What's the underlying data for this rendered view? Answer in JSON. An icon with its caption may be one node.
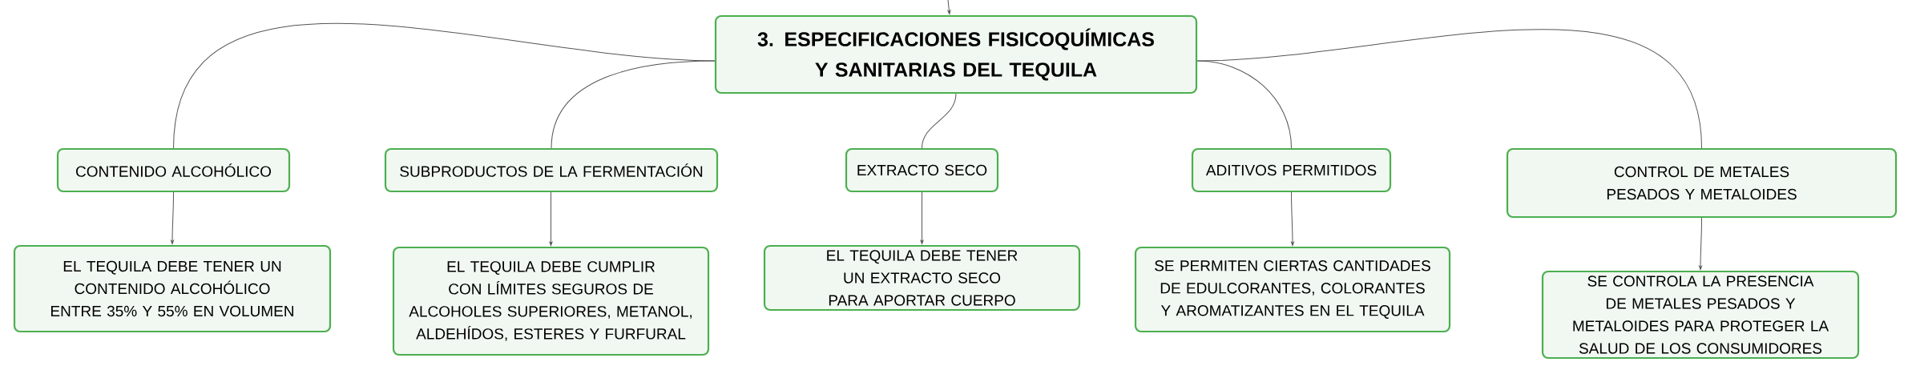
{
  "diagram": {
    "nodes": [
      {
        "text": [
          "3. ESPECIFICACIONES FISICOQUÍMICAS Y SANITARIAS DEL TEQUILA"
        ]
      },
      {
        "text": [
          "CONTENIDO ALCOHÓLICO"
        ]
      },
      {
        "text": [
          "SUBPRODUCTOS DE LA FERMENTACIÓN"
        ]
      },
      {
        "text": [
          "EXTRACTO SECO"
        ]
      },
      {
        "text": [
          "ADITIVOS PERMITIDOS"
        ]
      },
      {
        "text": [
          "CONTROL DE METALES PESADOS Y METALOIDES"
        ]
      },
      {
        "text": [
          "EL TEQUILA DEBE TENER UN CONTENIDO ALCOHÓLICO ENTRE 35% Y 55% EN VOLUMEN"
        ]
      },
      {
        "text": [
          "EL TEQUILA DEBE CUMPLIR CON LÍMITES SEGUROS DE ALCOHOLES SUPERIORES, METANOL, ALDEHÍDOS, ESTERES Y FURFURAL"
        ]
      },
      {
        "text": [
          "EL TEQUILA DEBE TENER UN EXTRACTO SECO PARA APORTAR CUERPO"
        ]
      },
      {
        "text": [
          "SE PERMITEN CIERTAS CANTIDADES DE EDULCORANTES, COLORANTES Y AROMATIZANTES EN EL TEQUILA"
        ]
      },
      {
        "text": [
          "SE CONTROLA LA PRESENCIA DE METALES PESADOS Y METALOIDES PARA PROTEGER LA SALUD DE LOS CONSUMIDORES"
        ]
      }
    ],
    "edges": [
      {
        "from": null,
        "to": 0,
        "arrow": "to"
      },
      {
        "from": 0,
        "to": 1,
        "arrow": "none"
      },
      {
        "from": 0,
        "to": 2,
        "arrow": "none"
      },
      {
        "from": 0,
        "to": 3,
        "arrow": "none"
      },
      {
        "from": 0,
        "to": 4,
        "arrow": "none"
      },
      {
        "from": 0,
        "to": 5,
        "arrow": "none"
      },
      {
        "from": 1,
        "to": 6,
        "arrow": "to"
      },
      {
        "from": 2,
        "to": 7,
        "arrow": "to"
      },
      {
        "from": 3,
        "to": 8,
        "arrow": "to"
      },
      {
        "from": 4,
        "to": 9,
        "arrow": "to"
      },
      {
        "from": 5,
        "to": 10,
        "arrow": "to"
      }
    ]
  }
}
